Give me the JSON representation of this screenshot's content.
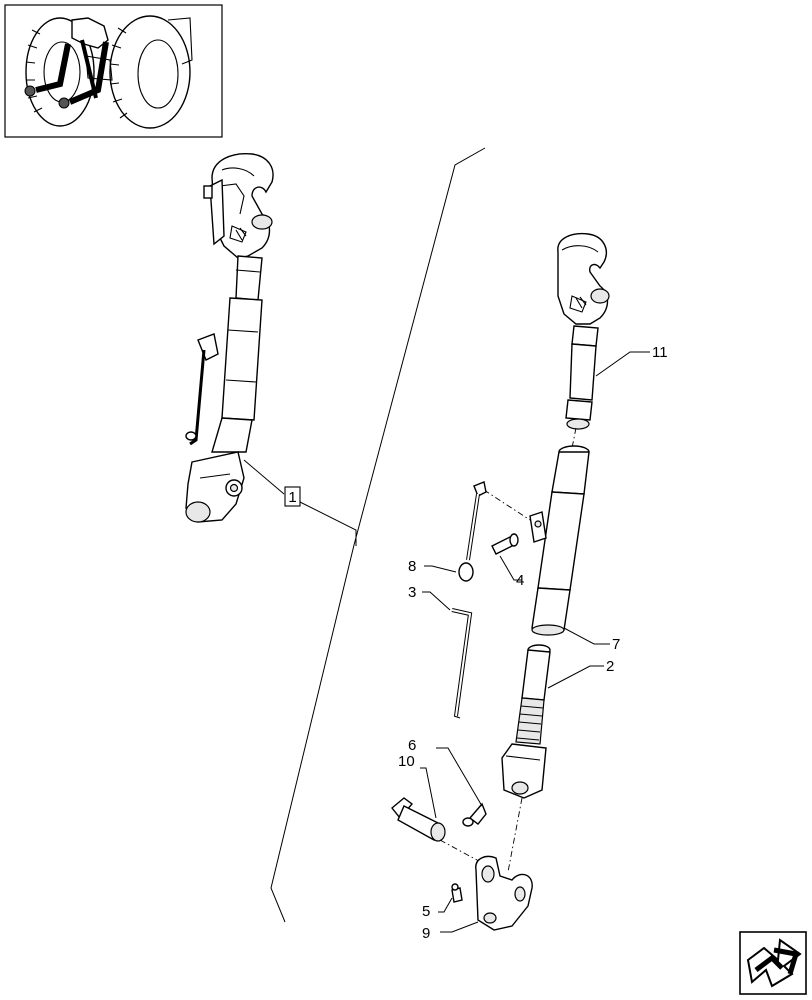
{
  "callouts": {
    "c1": "1",
    "c2": "2",
    "c3": "3",
    "c4": "4",
    "c5": "5",
    "c6": "6",
    "c7": "7",
    "c8": "8",
    "c9": "9",
    "c10": "10",
    "c11": "11"
  },
  "icons": {
    "thumbnail": "tractor-rear-thumbnail",
    "nav": "next-page-arrow-icon"
  }
}
